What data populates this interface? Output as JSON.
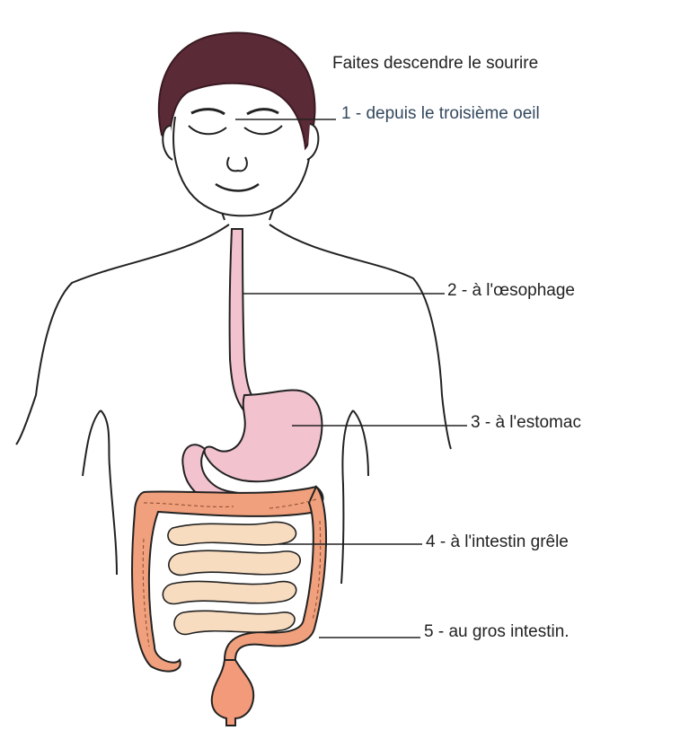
{
  "diagram": {
    "title": "Faites descendre le sourire",
    "labels": [
      {
        "id": "third-eye",
        "text": "1 - depuis le troisième oeil"
      },
      {
        "id": "esophagus",
        "text": "2 - à l'œsophage"
      },
      {
        "id": "stomach",
        "text": "3 - à l'estomac"
      },
      {
        "id": "small-intestine",
        "text": "4 - à l'intestin grêle"
      },
      {
        "id": "large-intestine",
        "text": "5 - au gros intestin."
      }
    ]
  },
  "colors": {
    "outline": "#222222",
    "hair": "#5a2a36",
    "esophagus_stomach": "#f2c2cf",
    "large_intestine": "#f0a07c",
    "small_intestine": "#f7dcc0",
    "rectum": "#f29a7a"
  }
}
